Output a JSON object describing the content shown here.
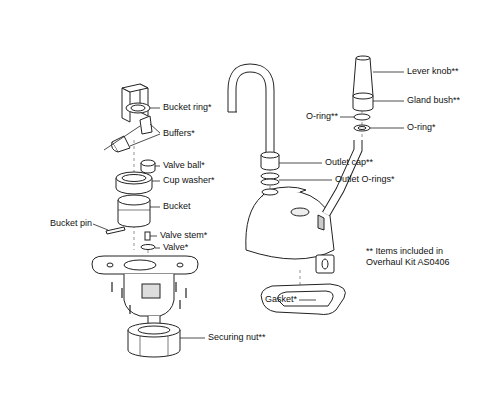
{
  "diagram": {
    "labels": [
      "Bucket ring*",
      "Buffers*",
      "Valve ball*",
      "Cup washer*",
      "Bucket",
      "Bucket pin",
      "Valve stem*",
      "Valve*",
      "Securing nut**",
      "Outlet cap**",
      "Outlet O-rings*",
      "Gasket*",
      "Lever knob**",
      "Gland bush**",
      "O-ring**",
      "O-ring*",
      "** Items included in Overhaul Kit AS0406"
    ]
  }
}
